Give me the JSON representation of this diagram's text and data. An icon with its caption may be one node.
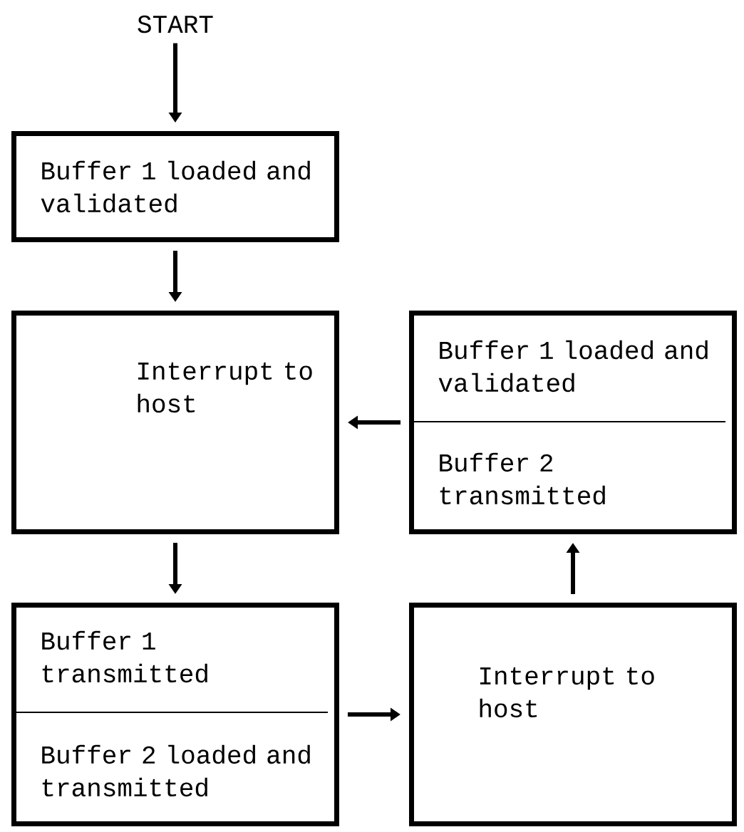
{
  "diagram": {
    "nodes": [
      {
        "text": [
          "START"
        ]
      },
      {
        "text": [
          "Buffer 1 loaded and validated"
        ]
      },
      {
        "text": [
          "Interrupt to host"
        ]
      },
      {
        "text": [
          "Buffer 1 loaded and validated",
          "Buffer 2 transmitted"
        ]
      },
      {
        "text": [
          "Buffer 1 transmitted",
          "Buffer 2 loaded and transmitted"
        ]
      },
      {
        "text": [
          "Interrupt to host"
        ]
      }
    ],
    "edges": [
      {
        "from": 0,
        "to": 1,
        "arrow": "to"
      },
      {
        "from": 1,
        "to": 2,
        "arrow": "to"
      },
      {
        "from": 3,
        "to": 2,
        "arrow": "to"
      },
      {
        "from": 2,
        "to": 4,
        "arrow": "to"
      },
      {
        "from": 4,
        "to": 5,
        "arrow": "to"
      },
      {
        "from": 5,
        "to": 3,
        "arrow": "to"
      }
    ]
  }
}
